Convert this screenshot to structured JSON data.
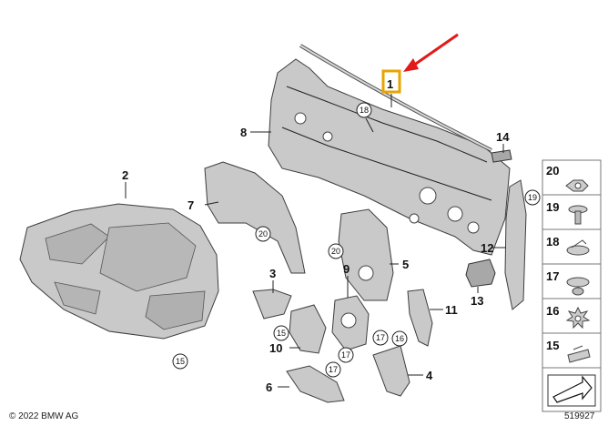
{
  "callouts": {
    "p1": "1",
    "p2": "2",
    "p3": "3",
    "p4": "4",
    "p5": "5",
    "p6": "6",
    "p7": "7",
    "p8": "8",
    "p9": "9",
    "p10": "10",
    "p11": "11",
    "p12": "12",
    "p13": "13",
    "p14": "14"
  },
  "circled": {
    "c18": "18",
    "c20a": "20",
    "c20b": "20",
    "c19": "19",
    "c15a": "15",
    "c15b": "15",
    "c16": "16",
    "c17a": "17",
    "c17b": "17",
    "c17c": "17"
  },
  "side_panel": {
    "items": [
      {
        "number": "20",
        "icon": "nut-icon"
      },
      {
        "number": "19",
        "icon": "push-rivet-icon"
      },
      {
        "number": "18",
        "icon": "clip-icon"
      },
      {
        "number": "17",
        "icon": "expanding-rivet-icon"
      },
      {
        "number": "16",
        "icon": "star-washer-icon"
      },
      {
        "number": "15",
        "icon": "clip-nut-icon"
      }
    ],
    "footer_icon": "arrow-icon"
  },
  "copyright": "© 2022 BMW AG",
  "diagram_id": "519927",
  "highlight_color": "#e8a400",
  "arrow_color": "#e11a1a"
}
